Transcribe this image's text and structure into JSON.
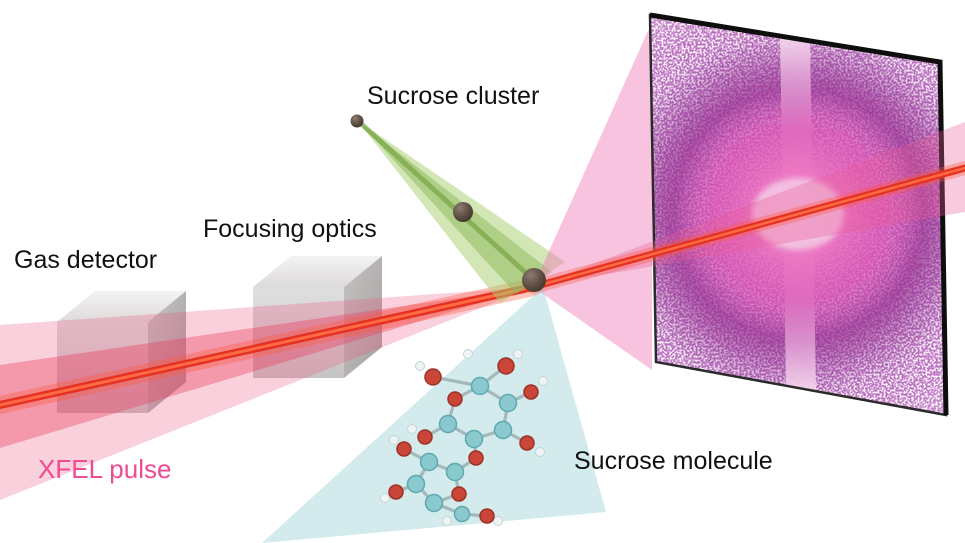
{
  "labels": {
    "gas_detector": "Gas detector",
    "focusing_optics": "Focusing optics",
    "sucrose_cluster": "Sucrose cluster",
    "sucrose_molecule": "Sucrose molecule",
    "xfel_pulse": "XFEL pulse"
  },
  "colors": {
    "label_text": "#111111",
    "xfel_pulse_label": "#ee4b93",
    "beam_core_red": "#e43222",
    "beam_pink": "#ef6aa8",
    "jet_green": "#a8cd6e",
    "droplet_brown": "#5d4e44",
    "cone_teal": "#9ed2d6",
    "pattern_purple": "#7c2a86",
    "pattern_magenta": "#e055b0",
    "detector_border": "#1a1a1a",
    "molecule_carbon": "#8ac9ce",
    "molecule_oxygen": "#c94638",
    "molecule_hydrogen": "#eef4f4"
  }
}
